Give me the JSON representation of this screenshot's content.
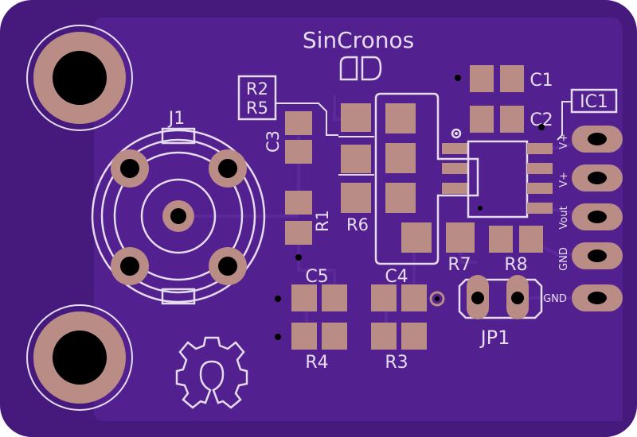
{
  "board": {
    "title": "SinCronos",
    "colors": {
      "background": "#ffffff",
      "board": "#461a7c",
      "copper_pour": "#52208f",
      "trace": "#5b2a98",
      "silkscreen": "#e6dcef",
      "pad": "#b98c86",
      "drill": "#000000"
    }
  },
  "labels": {
    "j1": "J1",
    "r2": "R2",
    "r5": "R5",
    "c3": "C3",
    "r1": "R1",
    "r6": "R6",
    "c1": "C1",
    "c2": "C2",
    "ic1": "IC1",
    "r7": "R7",
    "r8": "R8",
    "c5": "C5",
    "c4": "C4",
    "r4": "R4",
    "r3": "R3",
    "jp1": "JP1"
  },
  "pins": [
    "V+",
    "V+",
    "Vout",
    "GND",
    "GND"
  ],
  "icons": [
    "mounting-hole",
    "bnc-connector",
    "open-source-hardware-gear-icon",
    "solder-jumper-icon"
  ]
}
